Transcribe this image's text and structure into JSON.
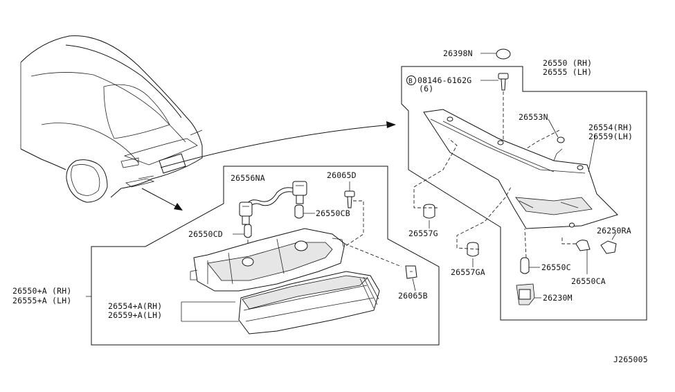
{
  "diagram": {
    "labels": {
      "p26398N": "26398N",
      "p26550_rh": "26550 (RH)",
      "p26555_lh": "26555 (LH)",
      "bolt_code": "08146-6162G",
      "bolt_qty": "(6)",
      "bolt_prefix": "B",
      "p26553N": "26553N",
      "p26554_rh": "26554(RH)",
      "p26559_lh": "26559(LH)",
      "p26250RA": "26250RA",
      "p26556NA": "26556NA",
      "p26065D": "26065D",
      "p26550CB": "26550CB",
      "p26550CD": "26550CD",
      "p26557G": "26557G",
      "p26557GA": "26557GA",
      "p26550C": "26550C",
      "p26550CA": "26550CA",
      "p26230M": "26230M",
      "p26065B": "26065B",
      "p26550A_rh": "26550+A (RH)",
      "p26555A_lh": "26555+A (LH)",
      "p26554A_rh": "26554+A(RH)",
      "p26559A_lh": "26559+A(LH)",
      "diagram_id": "J265005"
    }
  }
}
